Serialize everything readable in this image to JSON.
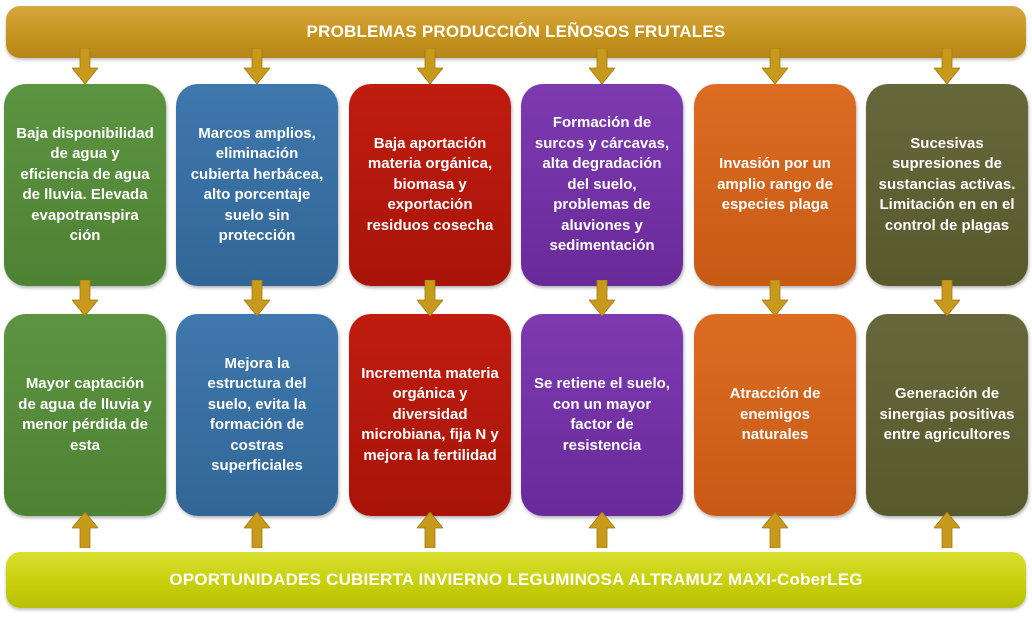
{
  "header": {
    "title": "PROBLEMAS PRODUCCIÓN LEÑOSOS FRUTALES"
  },
  "footer": {
    "title": "OPORTUNIDADES CUBIERTA INVIERNO LEGUMINOSA ALTRAMUZ MAXI-CoberLEG"
  },
  "problems": [
    "Baja disponibilidad de agua y eficiencia de agua de lluvia. Elevada evapotranspira ción",
    "Marcos amplios, eliminación cubierta herbácea, alto porcentaje suelo sin protección",
    "Baja aportación materia orgánica, biomasa y exportación residuos cosecha",
    "Formación de surcos y cárcavas, alta degradación del suelo, problemas de aluviones y sedimentación",
    "Invasión por un amplio rango de especies plaga",
    "Sucesivas supresiones de sustancias activas. Limitación en en el control de plagas"
  ],
  "opportunities": [
    "Mayor captación de agua de lluvia y menor pérdida de esta",
    "Mejora la estructura del suelo, evita la formación de costras superficiales",
    "Incrementa materia orgánica y diversidad microbiana, fija N y mejora la fertilidad",
    "Se retiene el suelo, con un mayor factor de resistencia",
    "Atracción de enemigos naturales",
    "Generación de sinergias positivas entre agricultores"
  ],
  "colors": {
    "header": "#c4931c",
    "footer": "#c7ce08",
    "arrow": "#c89a1c",
    "columns": [
      "#538a39",
      "#3670a2",
      "#b3180c",
      "#7233a4",
      "#d0621b",
      "#5f6034"
    ]
  }
}
